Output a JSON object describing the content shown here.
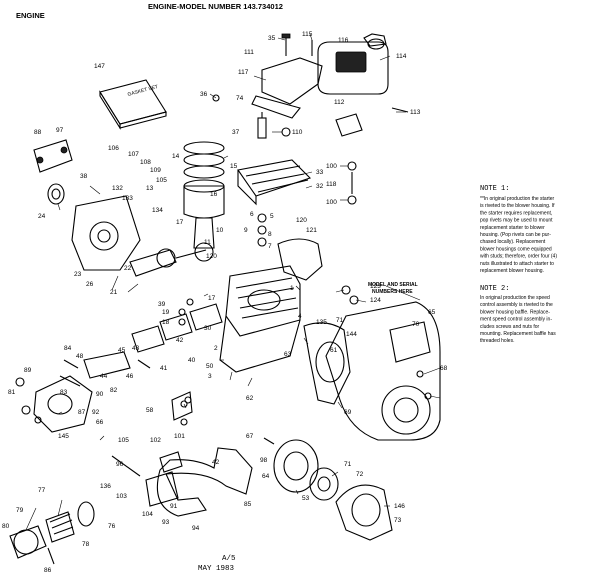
{
  "header": {
    "section": "ENGINE",
    "title": "ENGINE-MODEL NUMBER 143.734012"
  },
  "notes": {
    "note1_head": "NOTE 1:",
    "note1_lines": [
      "**In original production the starter",
      "is riveted to the blower housing. If",
      "the starter requires replacement,",
      "pop rivets may be used to mount",
      "replacement starter to blower",
      "housing. (Pop rivets can be pur-",
      "chased locally). Replacement",
      "blower housings come equipped",
      "with studs; therefore, order four (4)",
      "nuts illustrated to attach starter to",
      "replacement blower housing."
    ],
    "note2_head": "NOTE 2:",
    "note2_lines": [
      "In original production the speed",
      "control assembly is riveted to the",
      "blower housing baffle. Replace-",
      "ment speed control assembly in-",
      "cludes screws and nuts for",
      "mounting. Replacement baffle has",
      "threaded holes."
    ]
  },
  "callout": {
    "line1": "MODEL AND SERIAL",
    "line2": "NUMBERS HERE"
  },
  "gasket_set_text": "GASKET SET",
  "footer": {
    "page": "A/5",
    "date": "MAY 1983"
  },
  "labels": {
    "l35": "35",
    "l115": "115",
    "l116": "116",
    "l114": "114",
    "l111": "111",
    "l147": "147",
    "l117": "117",
    "l36": "36",
    "l74": "74",
    "l112": "112",
    "l113": "113",
    "l37": "37",
    "l110": "110",
    "l88": "88",
    "l97": "97",
    "l106": "106",
    "l107": "107",
    "l108": "108",
    "l14": "14",
    "l15": "15",
    "l109": "109",
    "l105": "105",
    "l33": "33",
    "l32": "32",
    "l100a": "100",
    "l118": "118",
    "l100b": "100",
    "l38": "38",
    "l132": "132",
    "l13": "13",
    "l133": "133",
    "l16": "16",
    "l134": "134",
    "l24": "24",
    "l17": "17",
    "l6": "6",
    "l5": "5",
    "l120a": "120",
    "l121": "121",
    "l10": "10",
    "l11": "11",
    "l9": "9",
    "l8": "8",
    "l7": "7",
    "l23": "23",
    "l22": "22",
    "l120b": "120",
    "l26": "26",
    "l21": "21",
    "l1": "1",
    "l123": "123",
    "l124": "124",
    "l39": "39",
    "l19": "19",
    "l18": "18",
    "l17b": "17",
    "l4": "4",
    "l135": "135",
    "l71": "71",
    "l144": "144",
    "l70": "70",
    "l65": "65",
    "l84": "84",
    "l48": "48",
    "l45": "45",
    "l43": "43",
    "l42": "42",
    "l41": "41",
    "l40": "40",
    "l30": "30",
    "l2": "2",
    "l63": "63",
    "l61": "61",
    "l89": "89",
    "l44": "44",
    "l46": "46",
    "l50": "50",
    "l3": "3",
    "l81": "81",
    "l83": "83",
    "l90": "90",
    "l87": "87",
    "l92": "92",
    "l66": "66",
    "l68": "68",
    "l69": "69",
    "l145": "145",
    "l58": "58",
    "l62": "62",
    "l82": "82",
    "l102": "102",
    "l101": "101",
    "l105b": "105",
    "l67": "67",
    "l96": "96",
    "l42b": "42",
    "l136": "136",
    "l103": "103",
    "l98": "98",
    "l64": "64",
    "l71b": "71",
    "l72": "72",
    "l104": "104",
    "l91": "91",
    "l93": "93",
    "l94": "94",
    "l85": "85",
    "l53": "53",
    "l146": "146",
    "l77": "77",
    "l79": "79",
    "l80": "80",
    "l76": "76",
    "l78": "78",
    "l86": "86",
    "l73": "73"
  }
}
